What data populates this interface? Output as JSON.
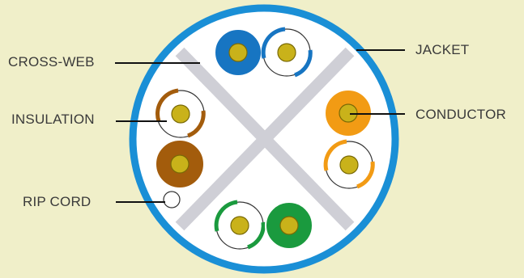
{
  "labels": {
    "cross_web": "CROSS-WEB",
    "insulation": "INSULATION",
    "rip_cord": "RIP CORD",
    "jacket": "JACKET",
    "conductor": "CONDUCTOR"
  },
  "colors": {
    "background": "#f0efc9",
    "jacket": "#1a8fd6",
    "cable_interior": "#ffffff",
    "cross_web": "#cfcfd6",
    "conductor": "#c9b21a",
    "blue": "#1775c2",
    "orange": "#f29b14",
    "green": "#1a9a3e",
    "brown": "#a35c0c",
    "leader_line": "#111111"
  },
  "pairs": [
    {
      "name": "blue",
      "solid_color": "blue",
      "striped_color": "blue"
    },
    {
      "name": "orange",
      "solid_color": "orange",
      "striped_color": "orange"
    },
    {
      "name": "green",
      "solid_color": "green",
      "striped_color": "green"
    },
    {
      "name": "brown",
      "solid_color": "brown",
      "striped_color": "brown"
    }
  ]
}
